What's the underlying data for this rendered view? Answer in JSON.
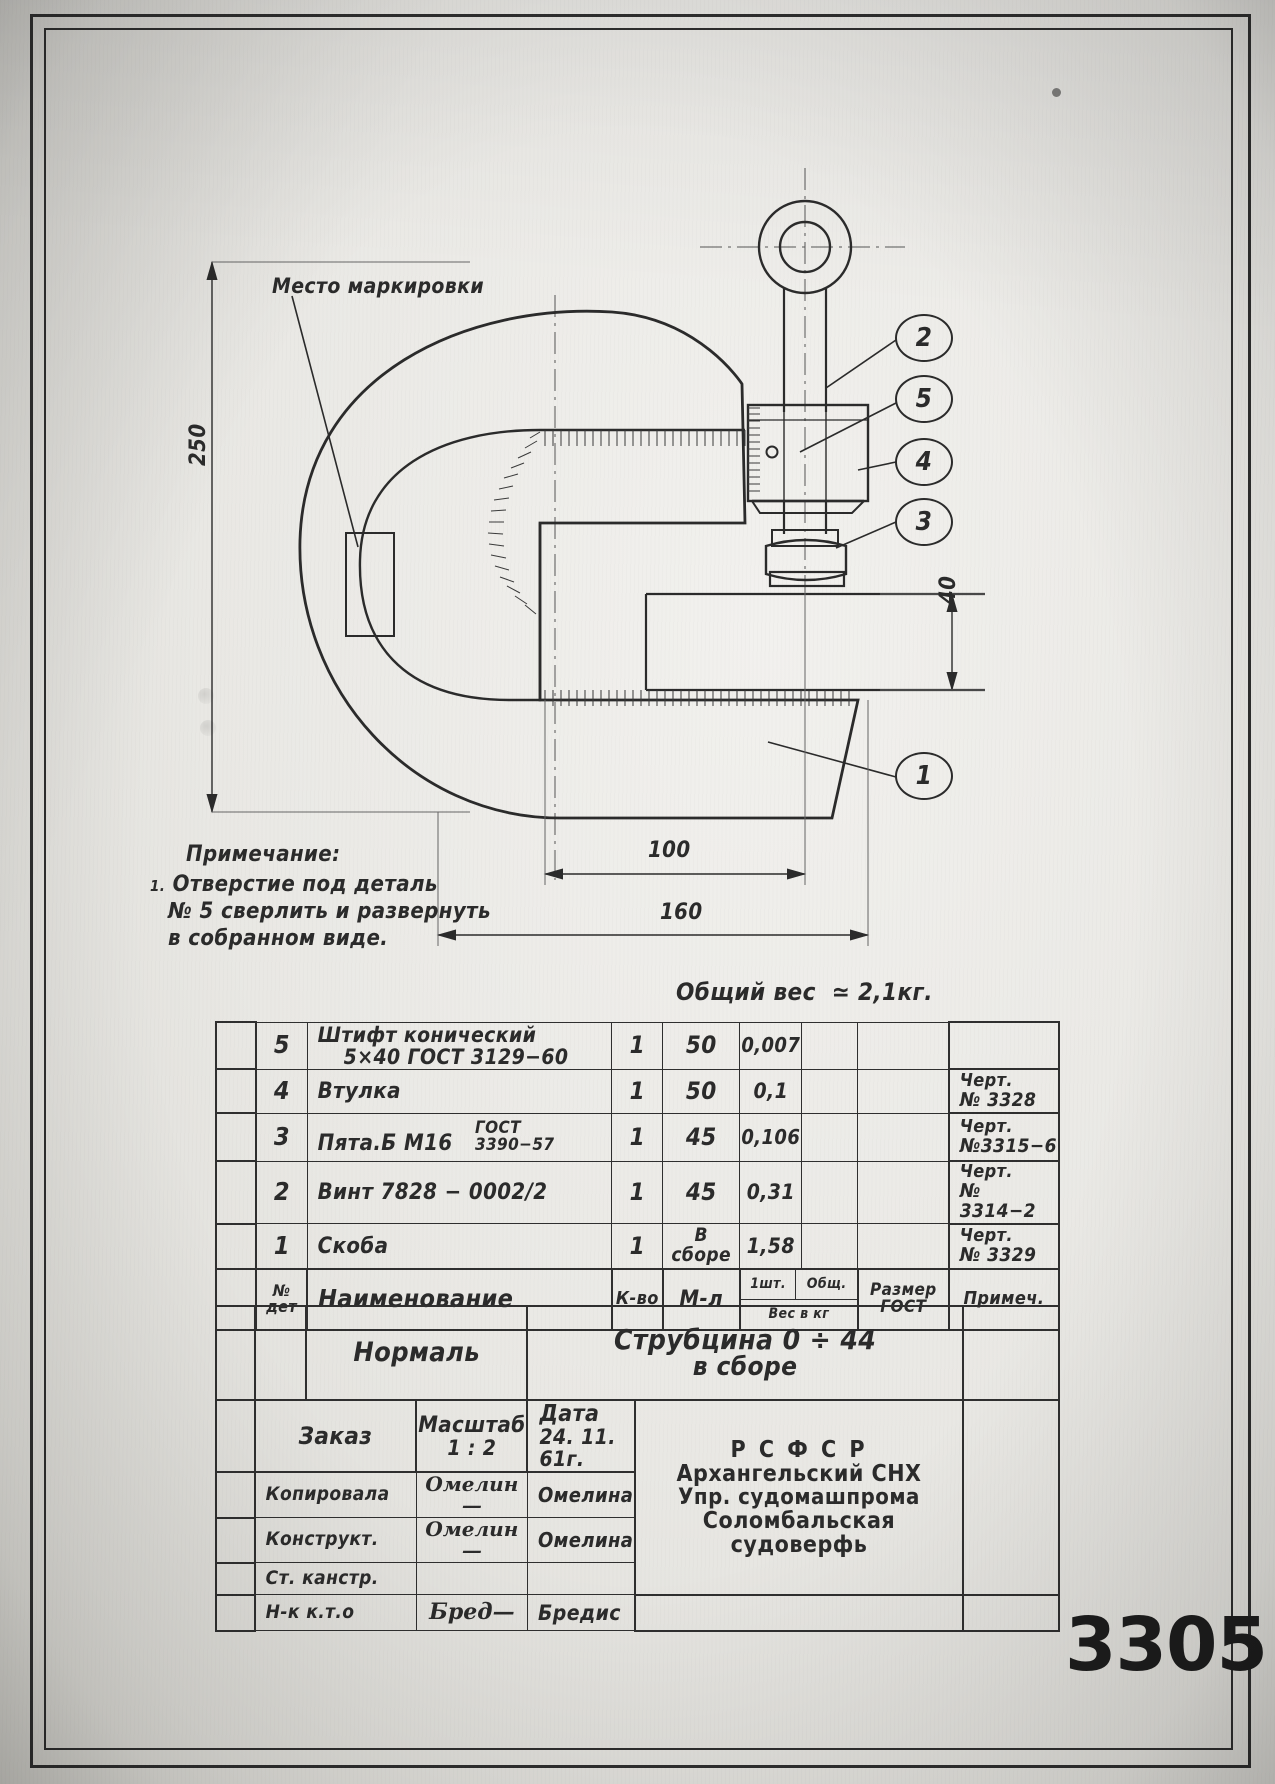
{
  "drawing": {
    "marking_label": "Место маркировки",
    "note_title": "Примечание:",
    "note_num": "1.",
    "note_line1": "Отверстие под деталь",
    "note_line2": "№ 5 сверлить и развернуть",
    "note_line3": "в собранном виде.",
    "total_weight": "Общий вес  ≃ 2,1кг.",
    "dimensions": {
      "height": "250",
      "inner": "100",
      "overall": "160",
      "thickness": "40"
    },
    "balloons": [
      "2",
      "5",
      "4",
      "3",
      "1"
    ]
  },
  "spec_table": {
    "headers": {
      "num": "№\nдет",
      "name": "Наименование",
      "qty": "К-во",
      "material": "М-л",
      "w_one": "1шт.",
      "w_total": "Общ.",
      "w_unit": "Вес в кг",
      "size": "Размер\nГОСТ",
      "note": "Примеч."
    },
    "rows": [
      {
        "num": "5",
        "name": "Штифт  конический",
        "name2": "5×40   ГОСТ 3129−60",
        "qty": "1",
        "material": "50",
        "weight": "0,007",
        "total": "",
        "size": "",
        "note": "",
        "note2": ""
      },
      {
        "num": "4",
        "name": "Втулка",
        "name2": "",
        "qty": "1",
        "material": "50",
        "weight": "0,1",
        "total": "",
        "size": "",
        "note": "Черт.",
        "note2": "№ 3328"
      },
      {
        "num": "3",
        "name": "Пята.Б М16",
        "name2": "ГОСТ\n3390−57",
        "qty": "1",
        "material": "45",
        "weight": "0,106",
        "total": "",
        "size": "",
        "note": "Черт.",
        "note2": "№3315−6"
      },
      {
        "num": "2",
        "name": "Винт  7828 − 0002/2",
        "name2": "",
        "qty": "1",
        "material": "45",
        "weight": "0,31",
        "total": "",
        "size": "",
        "note": "Черт.",
        "note2": "№ 3314−2"
      },
      {
        "num": "1",
        "name": "Скоба",
        "name2": "",
        "qty": "1",
        "material": "В сборе",
        "weight": "1,58",
        "total": "",
        "size": "",
        "note": "Черт.",
        "note2": "№ 3329"
      }
    ]
  },
  "title_block": {
    "standard": "Нормаль",
    "part_name_line1": "Струбцина    0 ÷ 44",
    "part_name_line2": "в сборе",
    "order_label": "Заказ",
    "order_value": "",
    "scale_label": "Масштаб",
    "scale_value": "1 : 2",
    "date_label": "Дата",
    "date_value": "24. 11. 61г.",
    "roles": [
      {
        "role": "Копировала",
        "sign": "Омелин—",
        "name": "Омелина"
      },
      {
        "role": "Конструкт.",
        "sign": "Омелин—",
        "name": "Омелина"
      },
      {
        "role": "Ст. канстр.",
        "sign": "",
        "name": ""
      },
      {
        "role": "Н-к к.т.о",
        "sign": "Бред—",
        "name": "Бредис"
      }
    ],
    "org_lines": [
      "Р С Ф С Р",
      "Архангельский СНХ",
      "Упр. судомашпрома",
      "Соломбальская",
      "судоверфь"
    ],
    "drawing_number": "3305"
  }
}
